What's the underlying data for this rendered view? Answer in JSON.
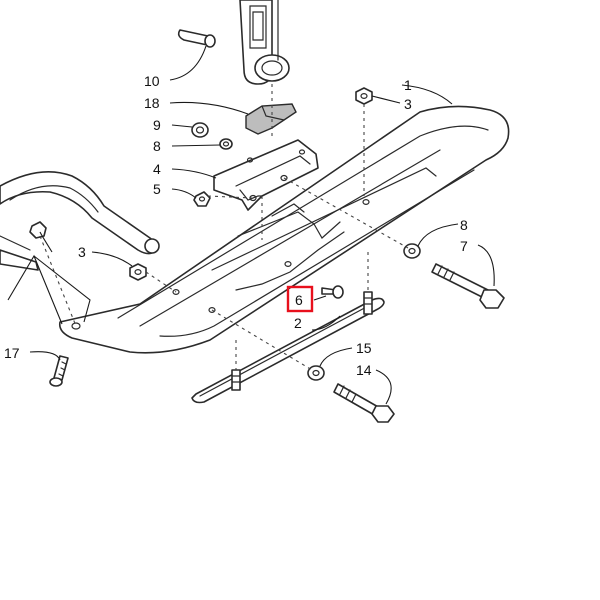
{
  "colors": {
    "line": "#2b2b2b",
    "highlight": "#e8101c",
    "background": "#ffffff",
    "pad": "#bdbdbd"
  },
  "callouts": {
    "c1": "1",
    "c2": "2",
    "c3_top": "3",
    "c3_left": "3",
    "c4": "4",
    "c5": "5",
    "c6": "6",
    "c7": "7",
    "c8_top": "8",
    "c8_right": "8",
    "c9": "9",
    "c10": "10",
    "c14": "14",
    "c15": "15",
    "c17": "17",
    "c18": "18"
  },
  "highlighted_callout": "6"
}
